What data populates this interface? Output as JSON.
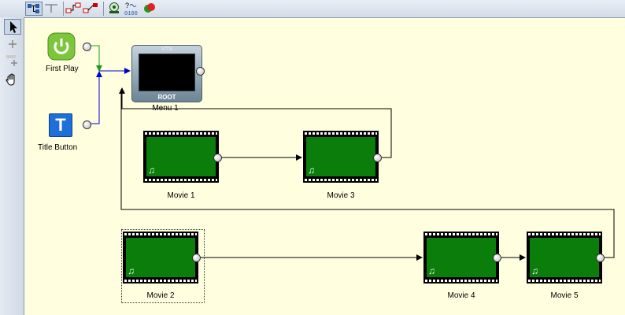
{
  "nodes": {
    "first_play": {
      "label": "First Play"
    },
    "title_button": {
      "label": "Title Button",
      "icon_letter": "T"
    },
    "menu1": {
      "label": "Menu 1",
      "top_text": "VTS",
      "bottom_text": "ROOT"
    },
    "movie1": {
      "label": "Movie 1",
      "note": "♫"
    },
    "movie2": {
      "label": "Movie 2",
      "note": "♫"
    },
    "movie3": {
      "label": "Movie 3",
      "note": "♫"
    },
    "movie4": {
      "label": "Movie 4",
      "note": "♫"
    },
    "movie5": {
      "label": "Movie 5",
      "note": "♫"
    }
  },
  "toolbar": {
    "help_text": "?",
    "help_digits": "0100"
  },
  "left_toolbar": {
    "pointer": "pointer-tool",
    "add": "add-tool",
    "hand": "hand-tool"
  },
  "colors": {
    "canvas_bg": "#ffffe0",
    "movie_green": "#0a7d0a",
    "first_play_green": "#7cc63b",
    "title_blue": "#1e6fd8",
    "link_blue": "#0000cc",
    "link_green": "#1a9a1a",
    "link_black": "#000000"
  }
}
